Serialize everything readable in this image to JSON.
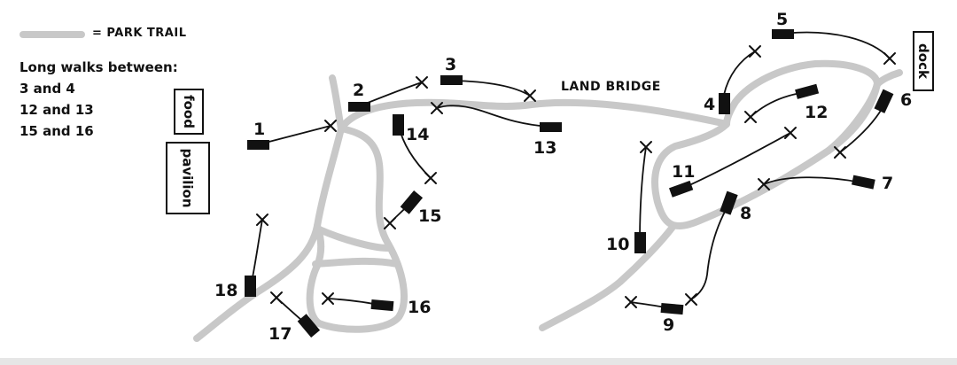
{
  "legend": {
    "label": "= PARK TRAIL",
    "trail_color": "#c8c8c8"
  },
  "notes": {
    "heading": "Long walks between:",
    "lines": [
      "3 and 4",
      "12 and 13",
      "15 and 16"
    ]
  },
  "places": {
    "food": "food",
    "pavilion": "pavilion",
    "dock": "dock",
    "land_bridge": "LAND BRIDGE"
  },
  "stations": [
    "1",
    "2",
    "3",
    "4",
    "5",
    "6",
    "7",
    "8",
    "9",
    "10",
    "11",
    "12",
    "13",
    "14",
    "15",
    "16",
    "17",
    "18"
  ],
  "colors": {
    "marker": "#111111",
    "trail": "#c8c8c8",
    "background": "#ffffff"
  }
}
